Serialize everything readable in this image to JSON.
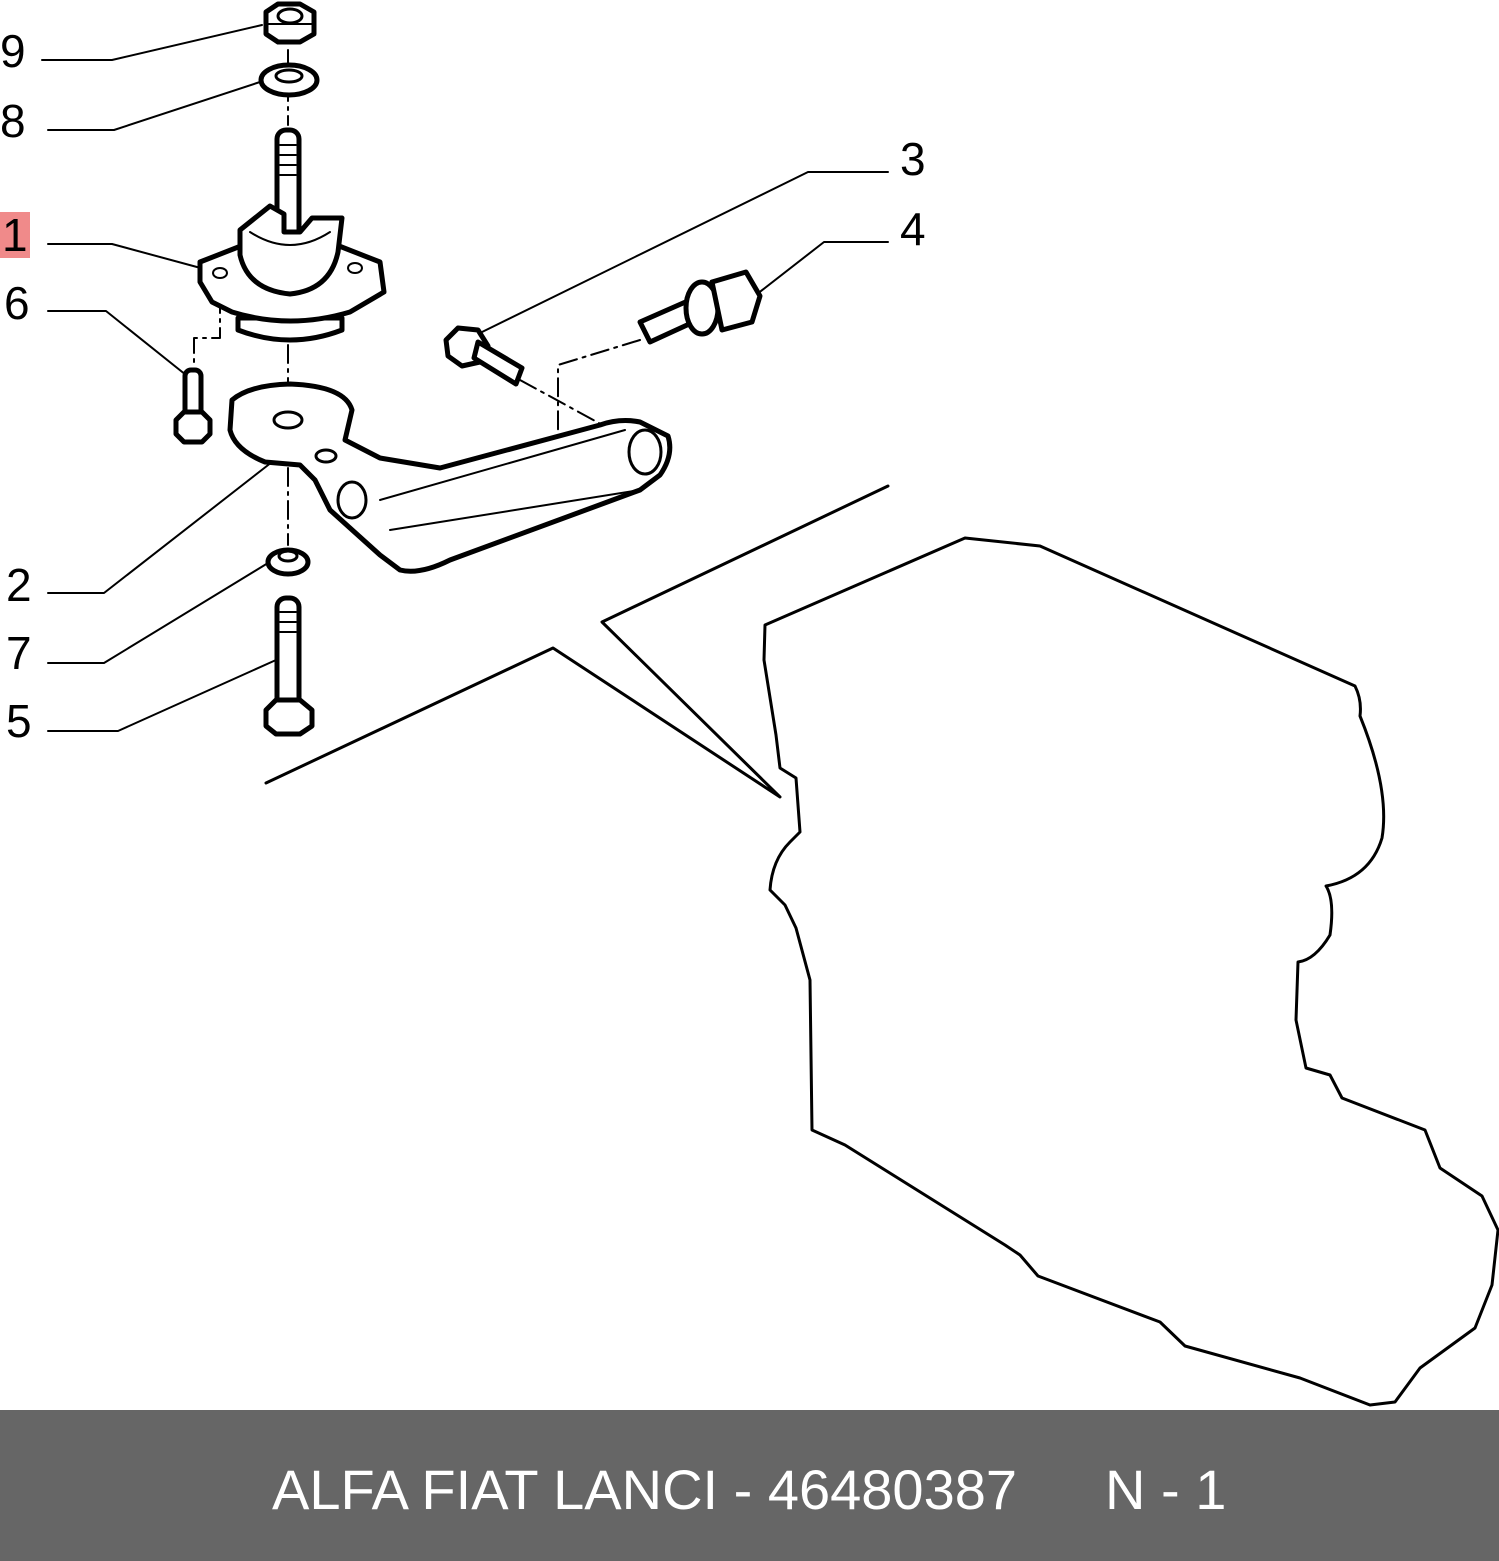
{
  "callouts": [
    {
      "id": "9",
      "label": "9",
      "highlight": false
    },
    {
      "id": "8",
      "label": "8",
      "highlight": false
    },
    {
      "id": "1",
      "label": "1",
      "highlight": true
    },
    {
      "id": "6",
      "label": "6",
      "highlight": false
    },
    {
      "id": "2",
      "label": "2",
      "highlight": false
    },
    {
      "id": "7",
      "label": "7",
      "highlight": false
    },
    {
      "id": "5",
      "label": "5",
      "highlight": false
    },
    {
      "id": "3",
      "label": "3",
      "highlight": false
    },
    {
      "id": "4",
      "label": "4",
      "highlight": false
    }
  ],
  "footer": {
    "part_text": "ALFA FIAT LANCI - 46480387",
    "ref_text": "N - 1",
    "background": "#666666",
    "text_color": "#ffffff"
  },
  "colors": {
    "highlight": "#f08a8a",
    "line": "#000000"
  }
}
